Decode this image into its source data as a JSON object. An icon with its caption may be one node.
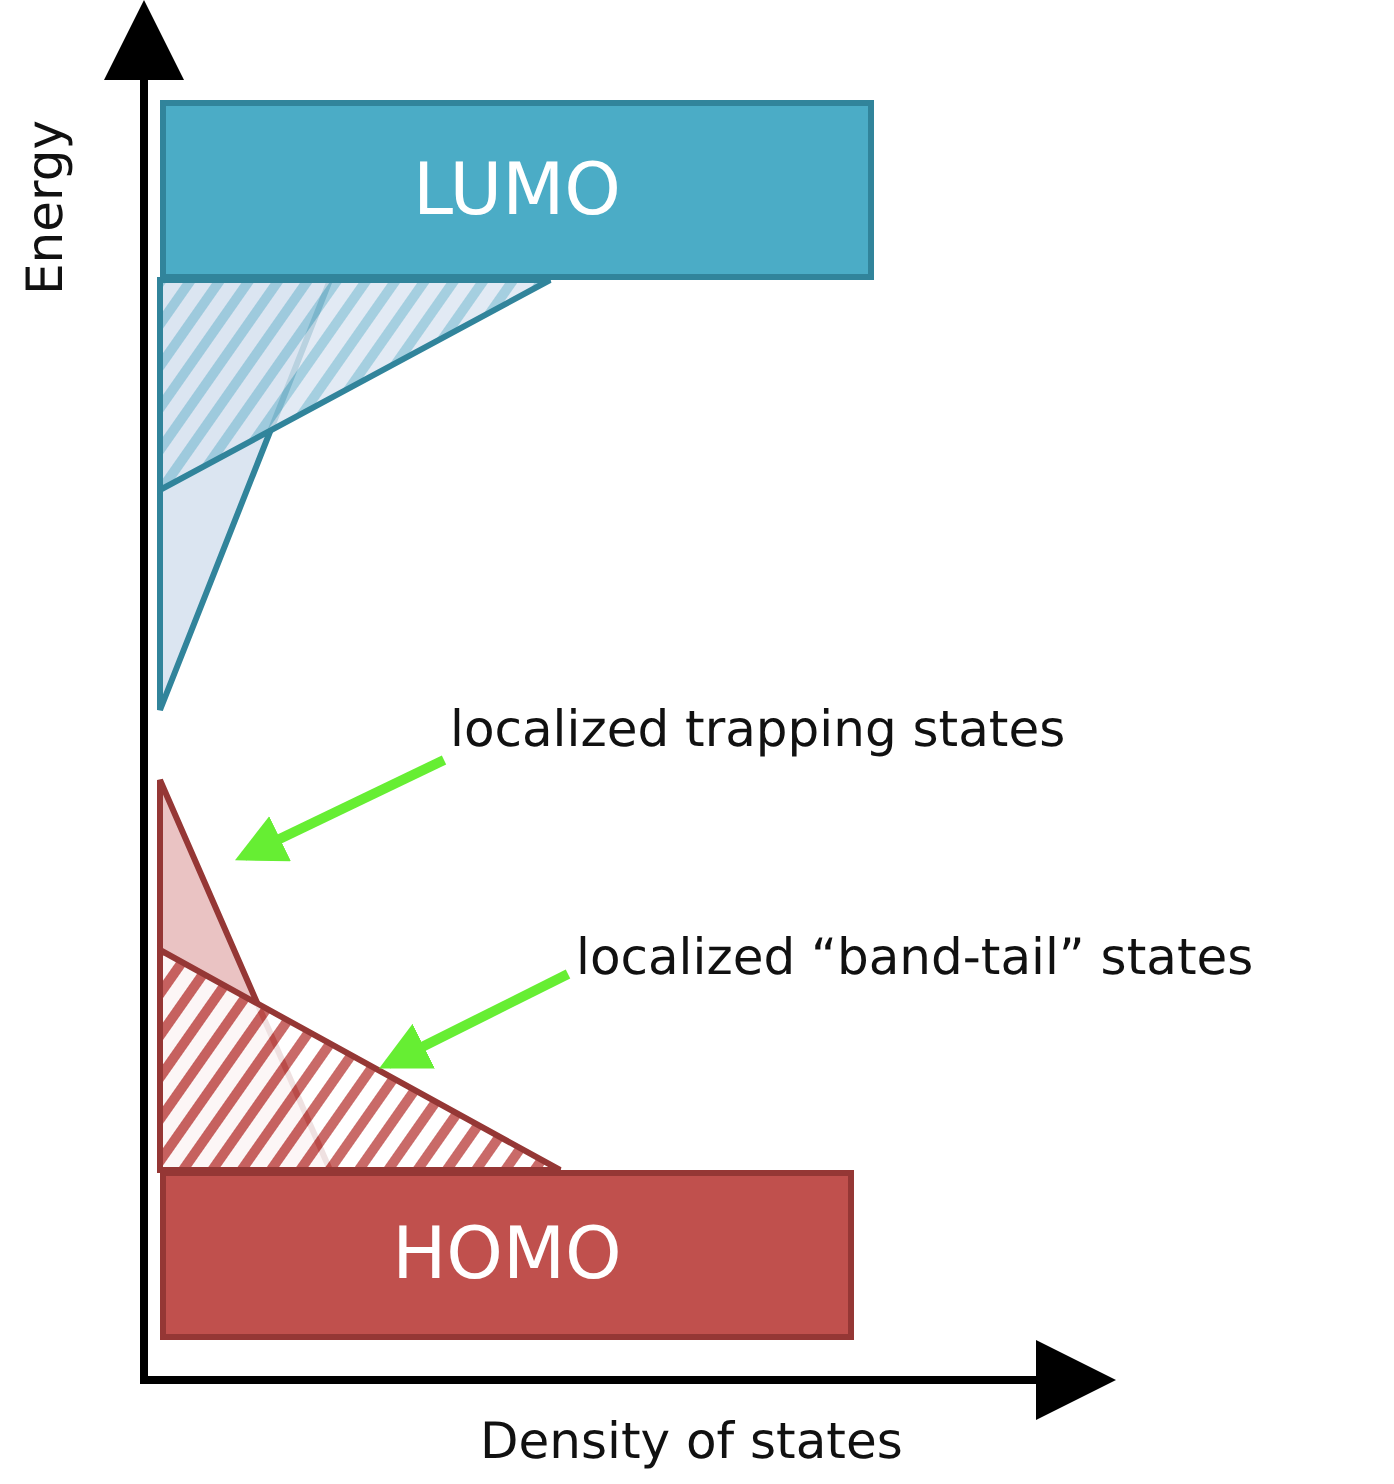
{
  "diagram": {
    "nodes": [
      {
        "text": [
          "LUMO"
        ]
      },
      {
        "text": [
          "HOMO"
        ]
      },
      {
        "text": [
          "localized trapping states"
        ]
      },
      {
        "text": [
          "localized “band-tail” states"
        ]
      },
      {
        "text": [],
        "shape": "triangle"
      },
      {
        "text": [],
        "shape": "triangle"
      }
    ],
    "edges": [
      {
        "from": 2,
        "to": 4,
        "arrow": "to"
      },
      {
        "from": 3,
        "to": 5,
        "arrow": "to"
      }
    ],
    "labels": [
      "Energy",
      "Density of states"
    ]
  }
}
